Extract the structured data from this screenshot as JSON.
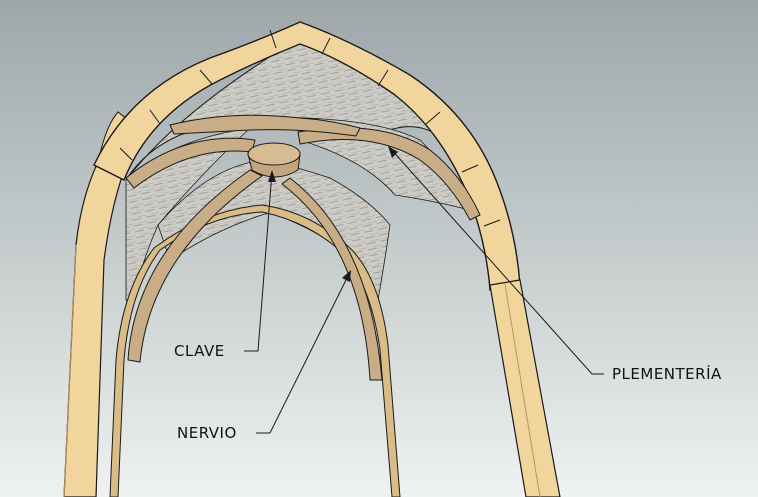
{
  "labels": {
    "clave": "CLAVE",
    "nervio": "NERVIO",
    "plementeria": "PLEMENTERÍA"
  },
  "colors": {
    "sky_top": "#9aa2a6",
    "sky_bottom": "#e8eeee",
    "stone": "#f0d49a",
    "stone_dark": "#d9b677",
    "rib": "#c9ad85",
    "web": "#c8c6c2",
    "line": "#1a1a1a"
  }
}
